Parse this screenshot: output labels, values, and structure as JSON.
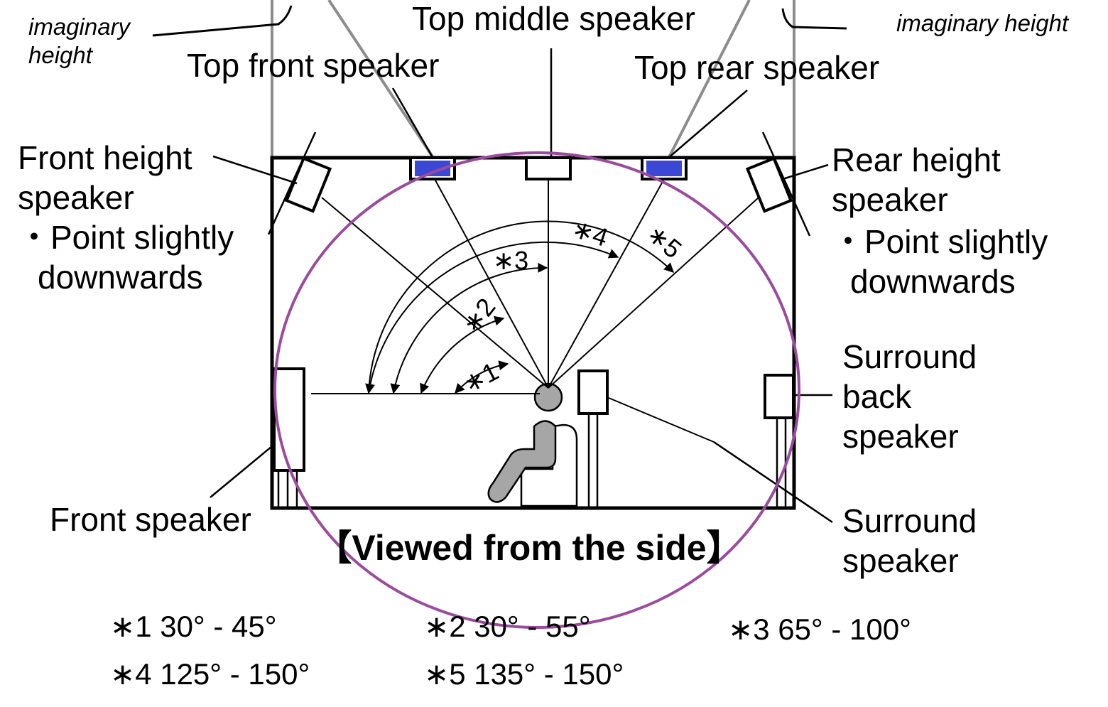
{
  "notes": {
    "left": [
      "imaginary",
      "height"
    ],
    "right": "imaginary height"
  },
  "labels": {
    "top_middle": "Top middle speaker",
    "top_front": "Top front speaker",
    "top_rear": "Top rear speaker",
    "front_height": [
      "Front height",
      "speaker"
    ],
    "front_height_tip": [
      "・Point slightly",
      "downwards"
    ],
    "rear_height": [
      "Rear height",
      "speaker"
    ],
    "rear_height_tip": [
      "・Point slightly",
      "downwards"
    ],
    "surround_back": [
      "Surround",
      "back",
      "speaker"
    ],
    "surround": [
      "Surround",
      "speaker"
    ],
    "front": "Front speaker"
  },
  "title": "【Viewed from the side】",
  "angle_marks": [
    "∗1",
    "∗2",
    "∗3",
    "∗4",
    "∗5"
  ],
  "legend": [
    "∗1 30° - 45°",
    "∗2 30° - 55°",
    "∗3 65° - 100°",
    "∗4 125° - 150°",
    "∗5 135° - 150°"
  ],
  "colors": {
    "top_speaker_fill": "#3b48d6",
    "circle": "#9b4a9e",
    "sight_lines": "#8c8c8c",
    "person": "#a6a6a6"
  }
}
